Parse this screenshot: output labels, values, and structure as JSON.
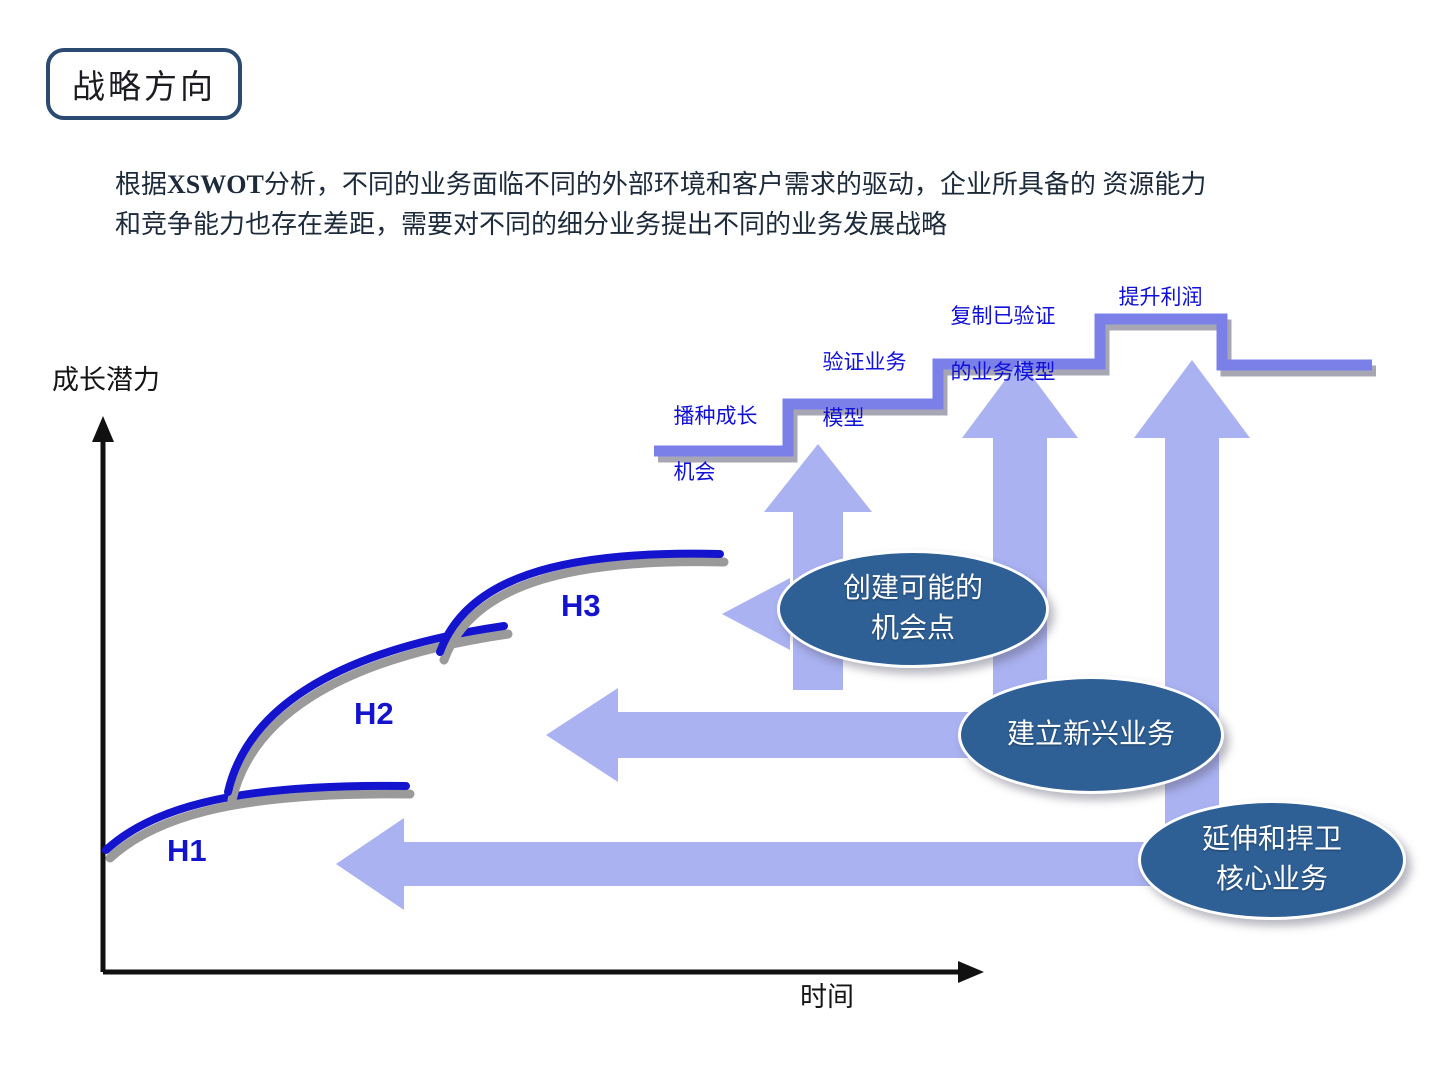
{
  "slide": {
    "title": "战略方向",
    "lead_paragraph_line1_prefix": "根据",
    "lead_paragraph_bold": "XSWOT",
    "lead_paragraph_line1_suffix": "分析，不同的业务面临不同的外部环境和客户需求的驱动，企业所具备的 资源能力",
    "lead_paragraph_line2": "和竞争能力也存在差距，需要对不同的细分业务提出不同的业务发展战略"
  },
  "axes": {
    "y_label": "成长潜力",
    "x_label": "时间"
  },
  "horizons": [
    {
      "id": "h1",
      "label": "H1"
    },
    {
      "id": "h2",
      "label": "H2"
    },
    {
      "id": "h3",
      "label": "H3"
    }
  ],
  "staircase": {
    "steps": [
      {
        "id": "step-1",
        "label_line1": "播种成长",
        "label_line2": "机会"
      },
      {
        "id": "step-2",
        "label_line1": "验证业务",
        "label_line2": "模型"
      },
      {
        "id": "step-3",
        "label_line1": "复制已验证",
        "label_line2": "的业务模型"
      },
      {
        "id": "step-4",
        "label_line1": "提升利润",
        "label_line2": ""
      }
    ]
  },
  "callouts": [
    {
      "id": "callout-create",
      "line1": "创建可能的",
      "line2": "机会点"
    },
    {
      "id": "callout-build",
      "line1": "建立新兴业务",
      "line2": ""
    },
    {
      "id": "callout-defend",
      "line1": "延伸和捍卫",
      "line2": "核心业务"
    }
  ],
  "colors": {
    "title_border": "#2b4a72",
    "step_line": "#7b80e8",
    "arrow_fill": "#aab2f2",
    "ellipse_fill": "#2e6096",
    "curve_blue": "#1414cf",
    "curve_shadow": "#9a9a9a",
    "axis_black": "#111111",
    "step_label_blue": "#1010d8"
  }
}
